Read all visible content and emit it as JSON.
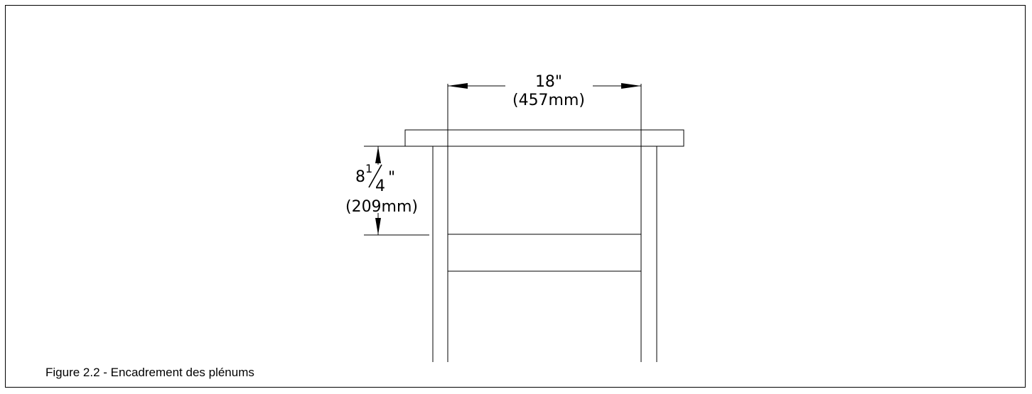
{
  "diagram": {
    "width_dimension": {
      "imperial": "18\"",
      "metric": "(457mm)"
    },
    "height_dimension": {
      "whole": "8",
      "numerator": "1",
      "denominator": "4",
      "inch_mark": "\"",
      "metric": "(209mm)"
    },
    "caption": "Figure 2.2 - Encadrement des plénums"
  },
  "colors": {
    "line": "#000000",
    "background": "#ffffff"
  }
}
